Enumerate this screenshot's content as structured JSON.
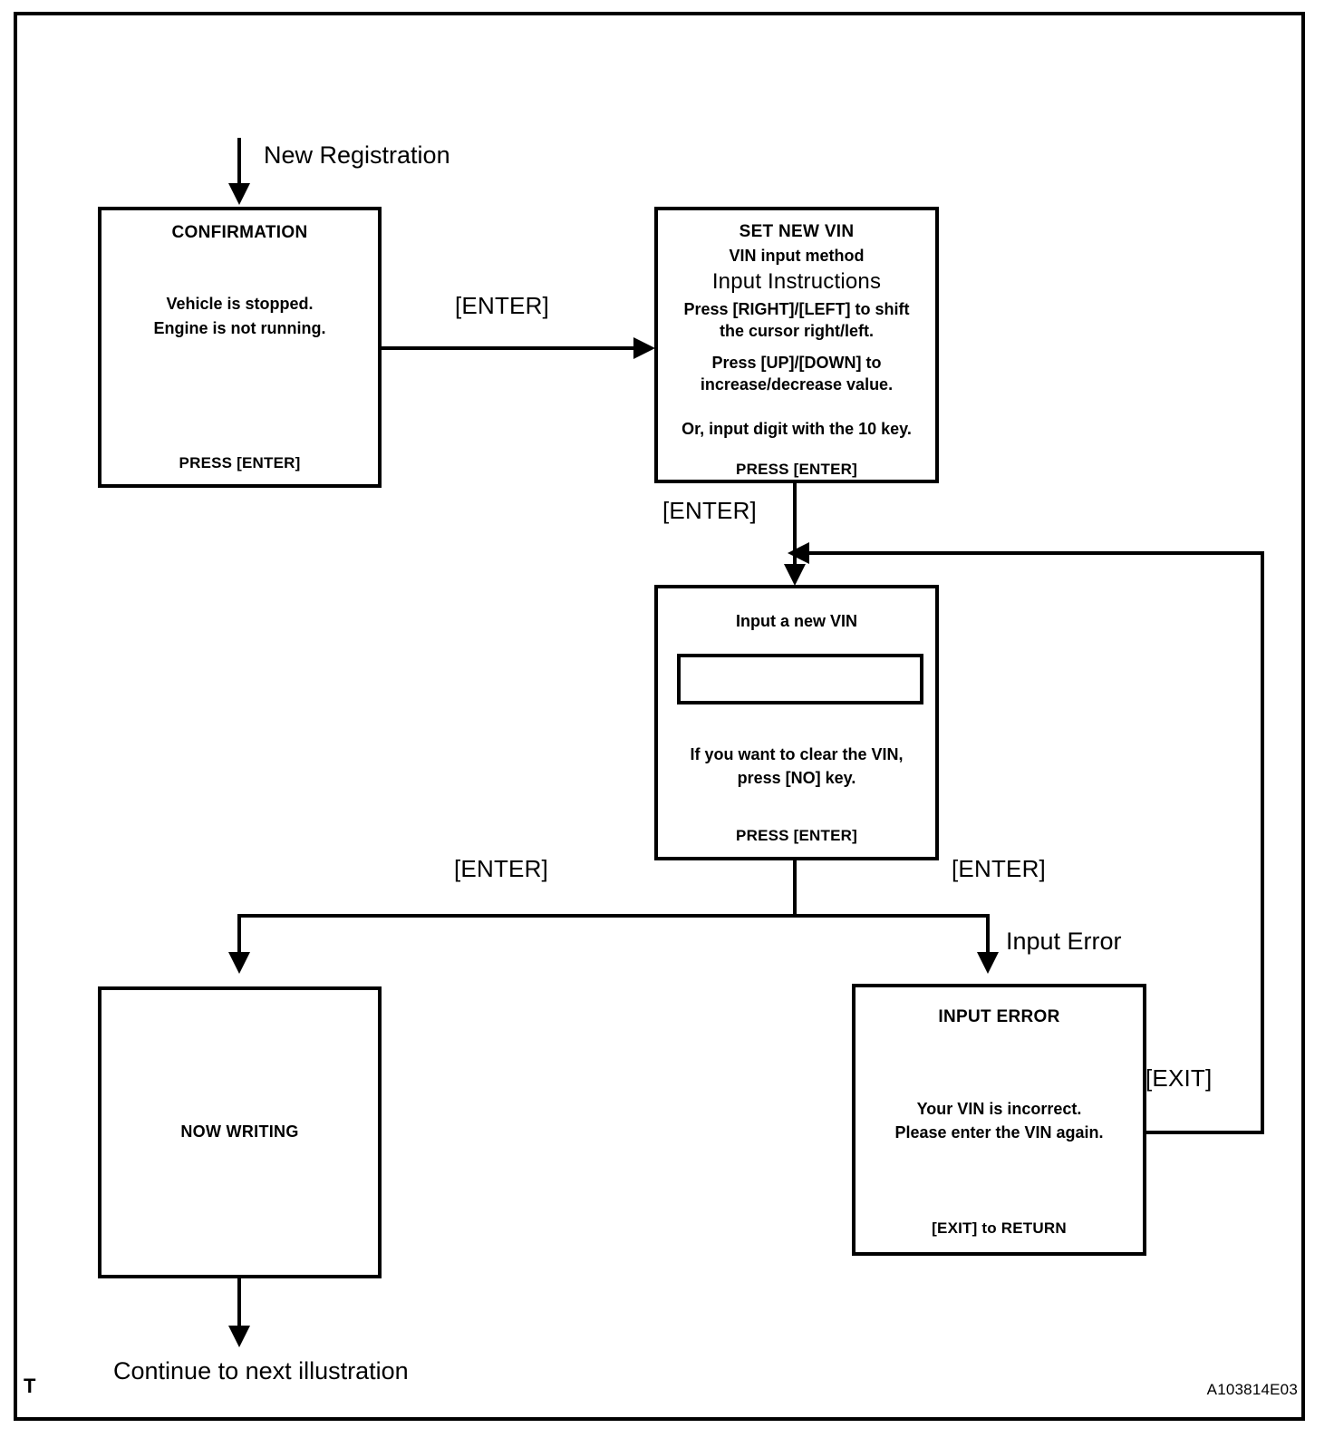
{
  "diagram": {
    "code": "A103814E03",
    "corner_marker": "T",
    "entry_label": "New Registration",
    "exit_label": "Continue to next illustration",
    "error_branch_label": "Input Error",
    "colors": {
      "line": "#000000",
      "background": "#ffffff"
    }
  },
  "nodes": {
    "confirmation": {
      "title": "CONFIRMATION",
      "body_line1": "Vehicle is stopped.",
      "body_line2": "Engine is not running.",
      "footer": "PRESS [ENTER]"
    },
    "set_new_vin": {
      "title": "SET NEW VIN",
      "subtitle": "VIN input method",
      "heading": "Input Instructions",
      "body_line1": "Press [RIGHT]/[LEFT] to shift",
      "body_line2": "the cursor right/left.",
      "body_line3": "Press [UP]/[DOWN]  to",
      "body_line4": "increase/decrease value.",
      "body_line5": "Or, input digit with the 10 key.",
      "footer": "PRESS [ENTER]"
    },
    "input_vin": {
      "title": "Input a new VIN",
      "field_value": "",
      "body_line1": "If you want to clear the VIN,",
      "body_line2": "press [NO] key.",
      "footer": "PRESS [ENTER]"
    },
    "now_writing": {
      "title": "NOW WRITING"
    },
    "input_error": {
      "title": "INPUT  ERROR",
      "body_line1": "Your VIN is incorrect.",
      "body_line2": "Please enter the VIN again.",
      "footer": "[EXIT] to RETURN"
    }
  },
  "edges": {
    "confirm_to_setvin": "[ENTER]",
    "setvin_to_inputvin": "[ENTER]",
    "inputvin_to_writing": "[ENTER]",
    "inputvin_to_error": "[ENTER]",
    "error_to_inputvin": "[EXIT]"
  }
}
